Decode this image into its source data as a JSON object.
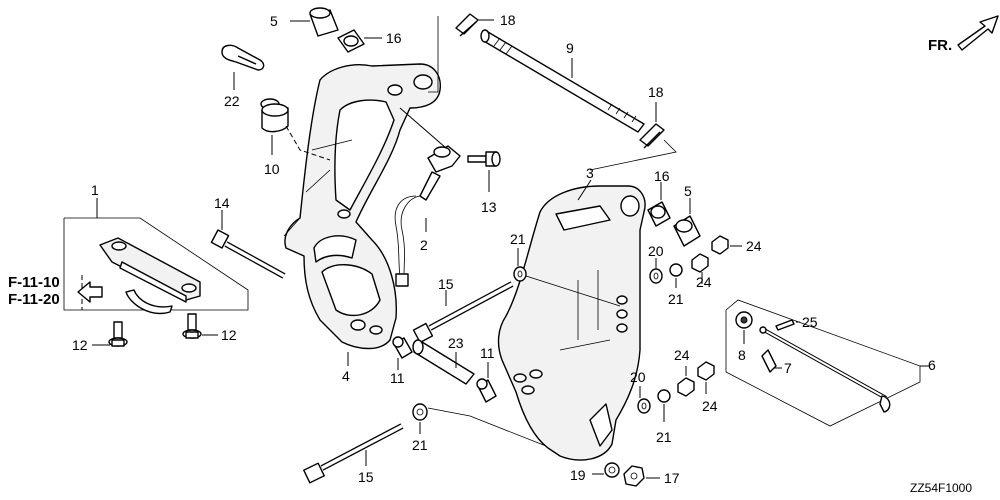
{
  "callouts": {
    "c1": "1",
    "c2": "2",
    "c3": "3",
    "c4": "4",
    "c5a": "5",
    "c5b": "5",
    "c6": "6",
    "c7": "7",
    "c8": "8",
    "c9": "9",
    "c10": "10",
    "c11a": "11",
    "c11b": "11",
    "c12a": "12",
    "c12b": "12",
    "c13": "13",
    "c14": "14",
    "c15a": "15",
    "c15b": "15",
    "c16a": "16",
    "c16b": "16",
    "c17": "17",
    "c18a": "18",
    "c18b": "18",
    "c19": "19",
    "c20a": "20",
    "c20b": "20",
    "c21a": "21",
    "c21b": "21",
    "c21c": "21",
    "c21d": "21",
    "c22": "22",
    "c23": "23",
    "c24a": "24",
    "c24b": "24",
    "c24c": "24",
    "c24d": "24",
    "c25": "25"
  },
  "refs": {
    "ref1": "F-11-10",
    "ref2": "F-11-20"
  },
  "front_label": "FR.",
  "diagram_code": "ZZ54F1000"
}
